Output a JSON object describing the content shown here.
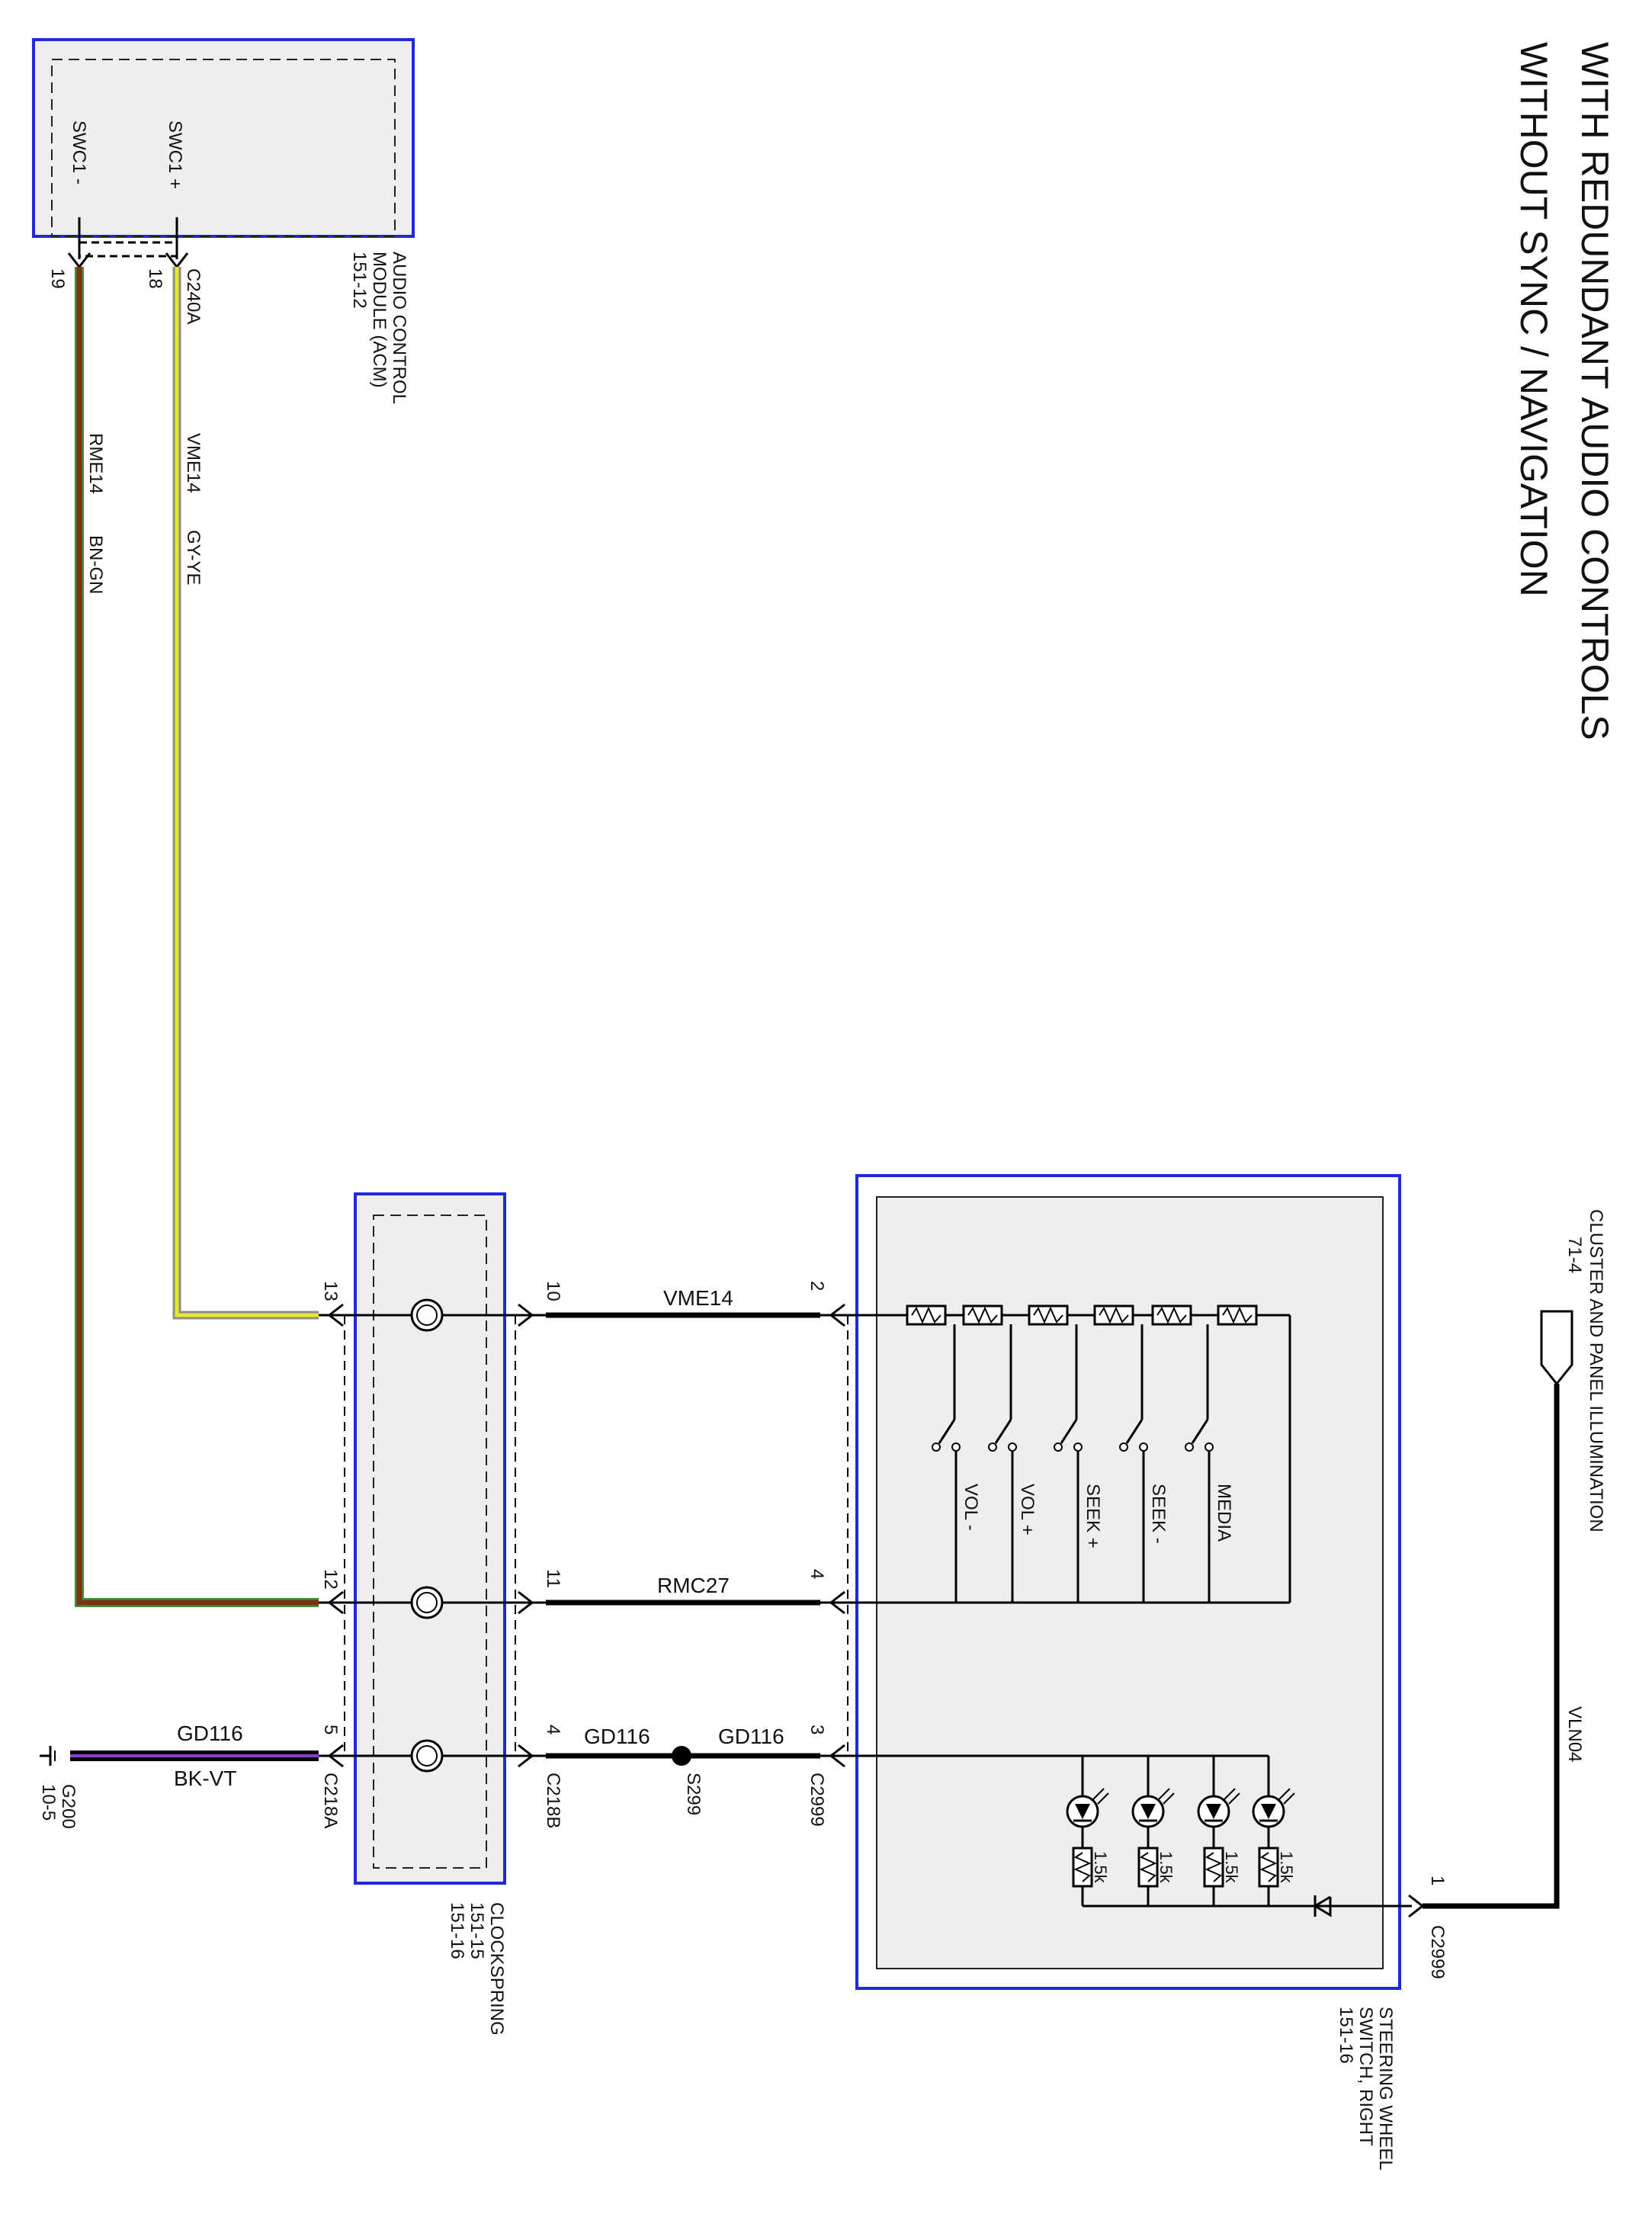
{
  "title": {
    "line1": "WITH REDUNDANT AUDIO CONTROLS",
    "line2": "WITHOUT SYNC / NAVIGATION"
  },
  "acm": {
    "name_l1": "AUDIO CONTROL",
    "name_l2": "MODULE (ACM)",
    "ref": "151-12",
    "pin_swc_plus": "SWC1 +",
    "pin_swc_minus": "SWC1 -",
    "connector": "C240A",
    "pin18": "18",
    "pin19": "19"
  },
  "wires": {
    "vme14": "VME14",
    "vme14_color": "GY-YE",
    "rme14": "RME14",
    "rme14_color": "BN-GN",
    "rmc27": "RMC27",
    "gd116": "GD116",
    "gd116_color": "BK-VT",
    "vln04": "VLN04"
  },
  "clockspring": {
    "name": "CLOCKSPRING",
    "ref1": "151-15",
    "ref2": "151-16",
    "conn_a": "C218A",
    "conn_b": "C218B",
    "pin13": "13",
    "pin12": "12",
    "pin5": "5",
    "pin10": "10",
    "pin11": "11",
    "pin4": "4"
  },
  "splice": {
    "name": "S299"
  },
  "ground": {
    "name": "G200",
    "ref": "10-5"
  },
  "switch": {
    "name_l1": "STEERING WHEEL",
    "name_l2": "SWITCH, RIGHT",
    "ref": "151-16",
    "connector": "C2999",
    "conn_left": "C2999",
    "pin2": "2",
    "pin4": "4",
    "pin3": "3",
    "pin1": "1",
    "buttons": [
      "VOL -",
      "VOL +",
      "SEEK +",
      "SEEK -",
      "MEDIA"
    ],
    "resistors": [
      "1.5k",
      "1.5k",
      "1.5k",
      "1.5k"
    ]
  },
  "cluster": {
    "name": "CLUSTER AND PANEL ILLUMINATION",
    "ref": "71-4"
  },
  "colors": {
    "module_border": "#1f2bd6",
    "module_fill": "#eeeeee",
    "wire_black": "#000000",
    "wire_brown": "#7a3410",
    "wire_green": "#3f8f3f",
    "wire_gray": "#8c8c8c",
    "wire_yellow": "#e8e82a",
    "wire_violet": "#8a3fd6"
  }
}
